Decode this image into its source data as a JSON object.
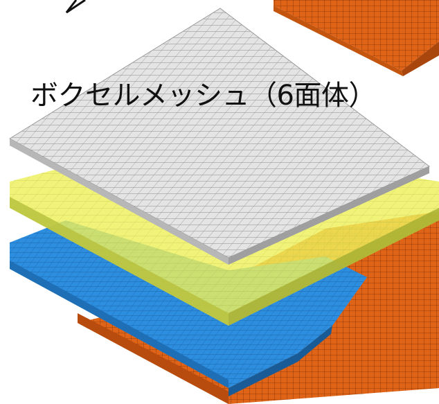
{
  "caption": "ボクセルメッシュ（6面体）",
  "layers": [
    {
      "name": "orange-bedrock",
      "color": "#e06418",
      "dark": "#b84c0e"
    },
    {
      "name": "blue-layer",
      "color": "#2d8ee0",
      "dark": "#1f6fb6"
    },
    {
      "name": "yellow-layer",
      "color": "#eef05a",
      "dark": "#b9c23e"
    },
    {
      "name": "white-surface",
      "color": "#e4e4e4",
      "dark": "#9a9a9a"
    }
  ],
  "mesh_line_color": "#7a7a7a"
}
